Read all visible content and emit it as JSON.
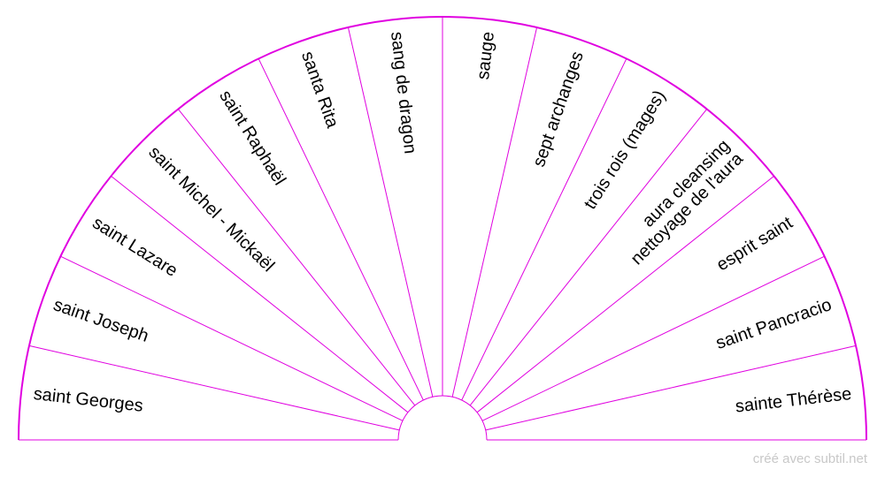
{
  "chart_data": {
    "type": "radial-fan",
    "segments": [
      {
        "lines": [
          "saint Georges"
        ]
      },
      {
        "lines": [
          "saint Joseph"
        ]
      },
      {
        "lines": [
          "saint Lazare"
        ]
      },
      {
        "lines": [
          "saint Michel - Mickaël"
        ]
      },
      {
        "lines": [
          "saint Raphaël"
        ]
      },
      {
        "lines": [
          "santa Rita"
        ]
      },
      {
        "lines": [
          "sang de dragon"
        ]
      },
      {
        "lines": [
          "sauge"
        ]
      },
      {
        "lines": [
          "sept archanges"
        ]
      },
      {
        "lines": [
          "trois rois (mages)"
        ]
      },
      {
        "lines": [
          "nettoyage de l'aura",
          "aura cleansing"
        ]
      },
      {
        "lines": [
          "esprit saint"
        ]
      },
      {
        "lines": [
          "saint Pancracio"
        ]
      },
      {
        "lines": [
          "sainte Thérèse"
        ]
      }
    ]
  },
  "colors": {
    "line": "#e000e0",
    "text": "#000000",
    "credit": "#c8c8c8"
  },
  "credit": "créé avec subtil.net"
}
